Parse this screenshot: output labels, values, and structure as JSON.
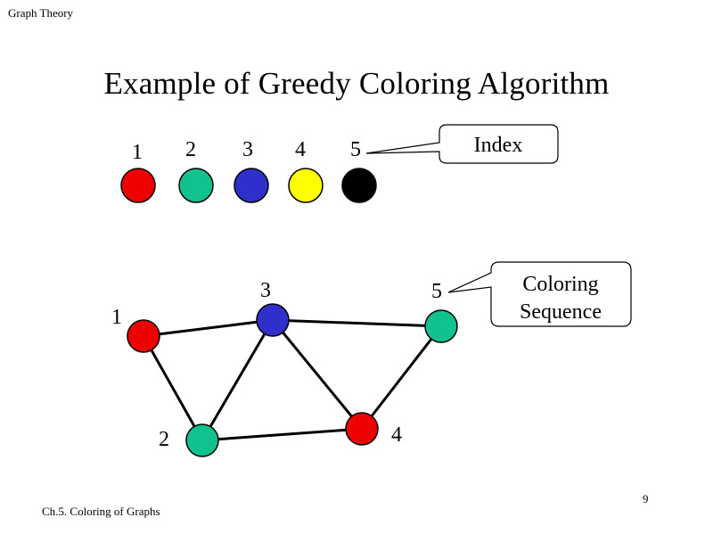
{
  "header": {
    "subject": "Graph Theory"
  },
  "title": "Example of  Greedy Coloring Algorithm",
  "palette": {
    "colors": [
      {
        "index": "1",
        "color": "#ee0000"
      },
      {
        "index": "2",
        "color": "#11c28e"
      },
      {
        "index": "3",
        "color": "#2f2fcc"
      },
      {
        "index": "4",
        "color": "#ffff00"
      },
      {
        "index": "5",
        "color": "#000000"
      }
    ],
    "callout": "Index"
  },
  "graph": {
    "nodes": [
      {
        "id": "1",
        "color": "#ee0000"
      },
      {
        "id": "2",
        "color": "#11c28e"
      },
      {
        "id": "3",
        "color": "#2f2fcc"
      },
      {
        "id": "4",
        "color": "#ee0000"
      },
      {
        "id": "5",
        "color": "#11c28e"
      }
    ],
    "edges": [
      [
        "1",
        "3"
      ],
      [
        "1",
        "2"
      ],
      [
        "2",
        "3"
      ],
      [
        "2",
        "4"
      ],
      [
        "3",
        "4"
      ],
      [
        "3",
        "5"
      ],
      [
        "4",
        "5"
      ]
    ],
    "callout_line1": "Coloring",
    "callout_line2": "Sequence"
  },
  "footer": {
    "chapter": "Ch.5.   Coloring of Graphs",
    "page": "9"
  }
}
